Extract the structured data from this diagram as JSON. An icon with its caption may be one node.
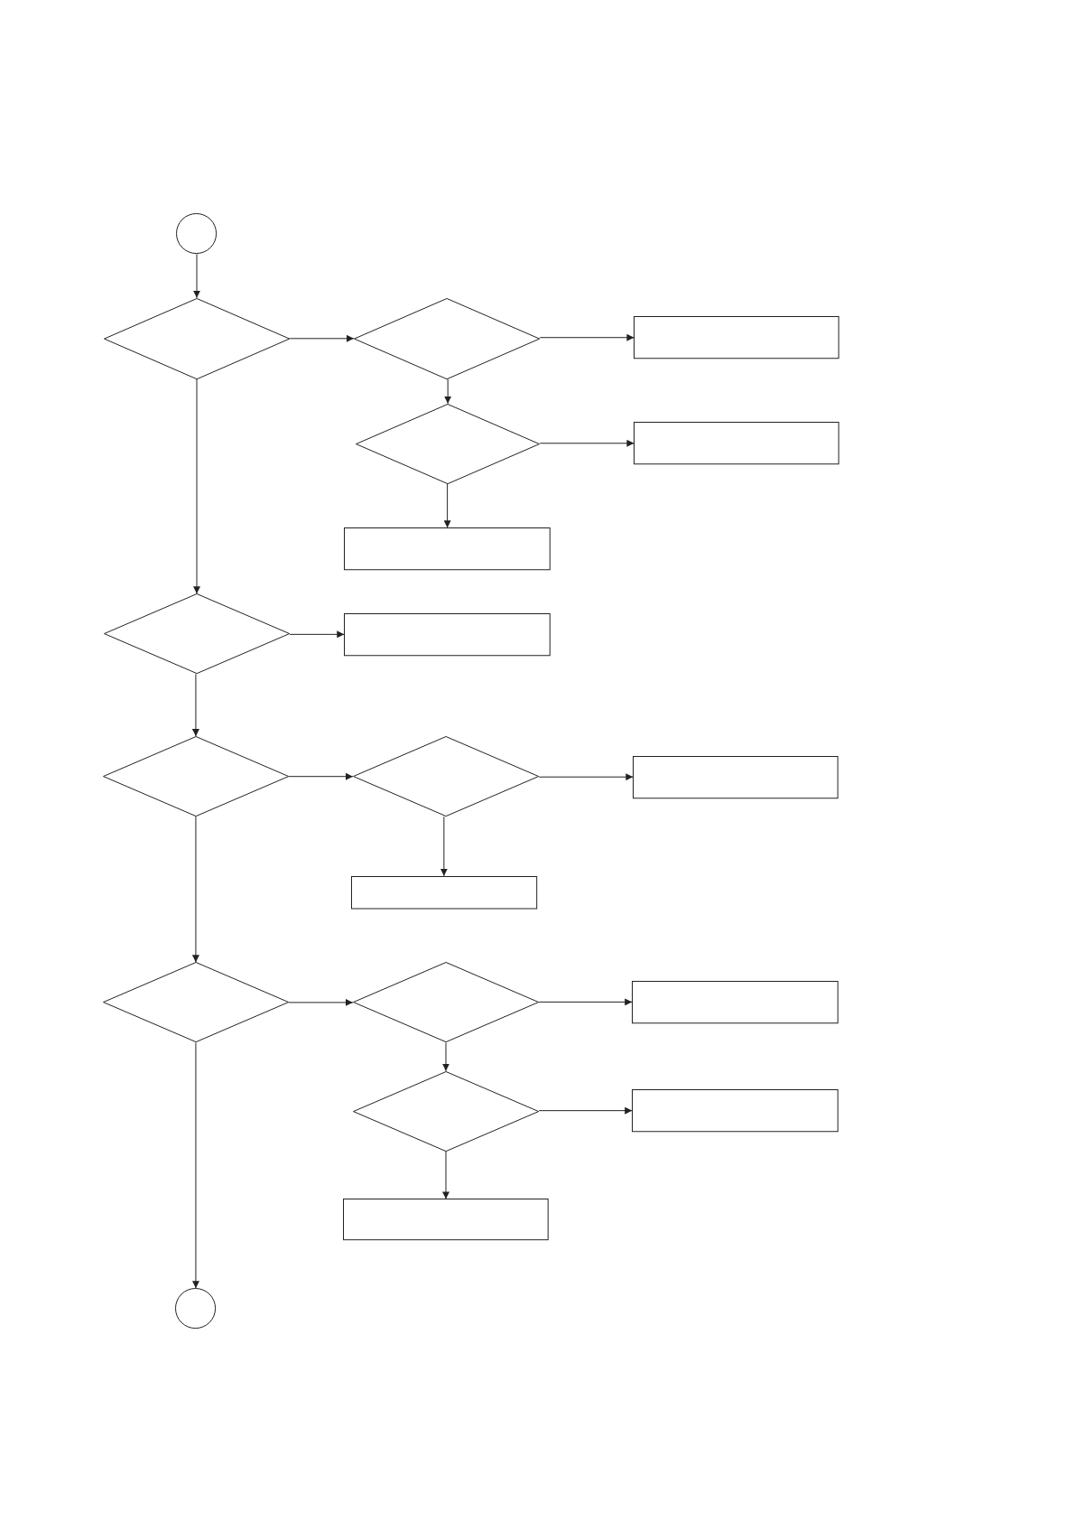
{
  "diagram": {
    "nodes": [
      {
        "text": [],
        "shape": "circle"
      },
      {
        "text": [],
        "shape": "diamond"
      },
      {
        "text": [],
        "shape": "diamond"
      },
      {
        "text": [],
        "shape": "box"
      },
      {
        "text": [],
        "shape": "diamond"
      },
      {
        "text": [],
        "shape": "box"
      },
      {
        "text": [],
        "shape": "box"
      },
      {
        "text": [],
        "shape": "diamond"
      },
      {
        "text": [],
        "shape": "box"
      },
      {
        "text": [],
        "shape": "diamond"
      },
      {
        "text": [],
        "shape": "diamond"
      },
      {
        "text": [],
        "shape": "box"
      },
      {
        "text": [],
        "shape": "box"
      },
      {
        "text": [],
        "shape": "diamond"
      },
      {
        "text": [],
        "shape": "diamond"
      },
      {
        "text": [],
        "shape": "box"
      },
      {
        "text": [],
        "shape": "diamond"
      },
      {
        "text": [],
        "shape": "box"
      },
      {
        "text": [],
        "shape": "box"
      },
      {
        "text": [],
        "shape": "circle"
      }
    ],
    "edges": [
      {
        "from": 0,
        "to": 1,
        "arrow": "to"
      },
      {
        "from": 1,
        "to": 2,
        "arrow": "to"
      },
      {
        "from": 2,
        "to": 3,
        "arrow": "to"
      },
      {
        "from": 2,
        "to": 4,
        "arrow": "to"
      },
      {
        "from": 4,
        "to": 5,
        "arrow": "to"
      },
      {
        "from": 4,
        "to": 6,
        "arrow": "to"
      },
      {
        "from": 1,
        "to": 7,
        "arrow": "to"
      },
      {
        "from": 7,
        "to": 8,
        "arrow": "to"
      },
      {
        "from": 7,
        "to": 9,
        "arrow": "to"
      },
      {
        "from": 9,
        "to": 10,
        "arrow": "to"
      },
      {
        "from": 10,
        "to": 11,
        "arrow": "to"
      },
      {
        "from": 10,
        "to": 12,
        "arrow": "to"
      },
      {
        "from": 9,
        "to": 13,
        "arrow": "to"
      },
      {
        "from": 13,
        "to": 14,
        "arrow": "to"
      },
      {
        "from": 14,
        "to": 15,
        "arrow": "to"
      },
      {
        "from": 14,
        "to": 16,
        "arrow": "to"
      },
      {
        "from": 16,
        "to": 17,
        "arrow": "to"
      },
      {
        "from": 16,
        "to": 18,
        "arrow": "to"
      },
      {
        "from": 13,
        "to": 19,
        "arrow": "to"
      }
    ]
  }
}
